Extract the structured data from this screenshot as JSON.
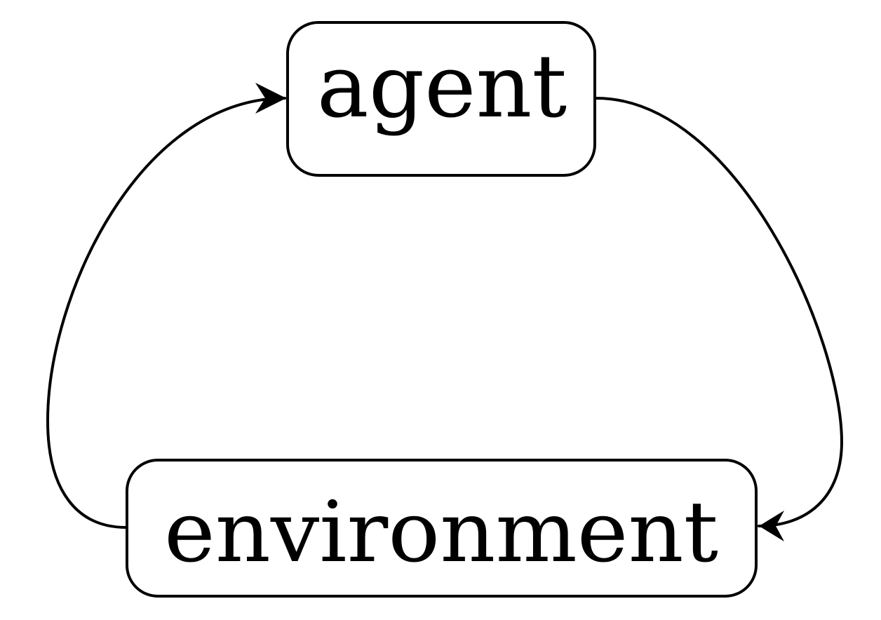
{
  "nodes": {
    "agent": {
      "label": "agent"
    },
    "environment": {
      "label": "environment"
    }
  },
  "edges": [
    {
      "from": "agent",
      "to": "environment"
    },
    {
      "from": "environment",
      "to": "agent"
    }
  ],
  "colors": {
    "stroke": "#000000",
    "background": "#ffffff"
  }
}
